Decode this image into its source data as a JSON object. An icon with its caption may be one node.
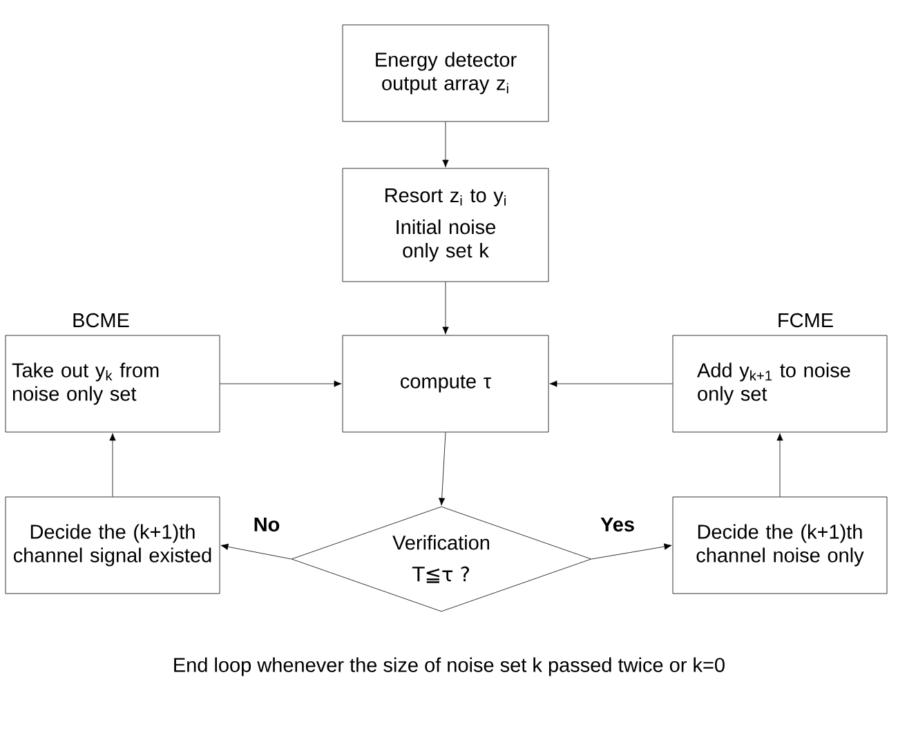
{
  "diagram": {
    "nodes": [
      {
        "text": [
          "Energy detector output array z$_{i}$"
        ]
      },
      {
        "text": [
          "Resort z$_{i}$ to y$_{i}$",
          "Initial noise only set k"
        ]
      },
      {
        "text": [
          "compute τ"
        ]
      },
      {
        "text": [
          "Take out y$_{k}$ from noise only set"
        ]
      },
      {
        "text": [
          "Add y$_{k+1}$ to noise only set"
        ]
      },
      {
        "text": [
          "Decide the (k+1)th channel signal existed"
        ]
      },
      {
        "text": [
          "Verification",
          "T≦τ ?"
        ]
      },
      {
        "text": [
          "Decide the (k+1)th channel noise only"
        ]
      }
    ],
    "edges": [
      {
        "from": 0,
        "to": 1,
        "arrow": "to"
      },
      {
        "from": 1,
        "to": 2,
        "arrow": "to"
      },
      {
        "from": 2,
        "to": 6,
        "arrow": "to"
      },
      {
        "from": 6,
        "to": 5,
        "arrow": "to",
        "label": "No"
      },
      {
        "from": 6,
        "to": 7,
        "arrow": "to",
        "label": "Yes"
      },
      {
        "from": 5,
        "to": 3,
        "arrow": "to"
      },
      {
        "from": 7,
        "to": 4,
        "arrow": "to"
      },
      {
        "from": 3,
        "to": 2,
        "arrow": "to"
      },
      {
        "from": 4,
        "to": 2,
        "arrow": "to"
      }
    ],
    "labels": [
      "BCME",
      "FCME",
      "End loop whenever the size of noise set k passed twice or  k=0"
    ]
  }
}
